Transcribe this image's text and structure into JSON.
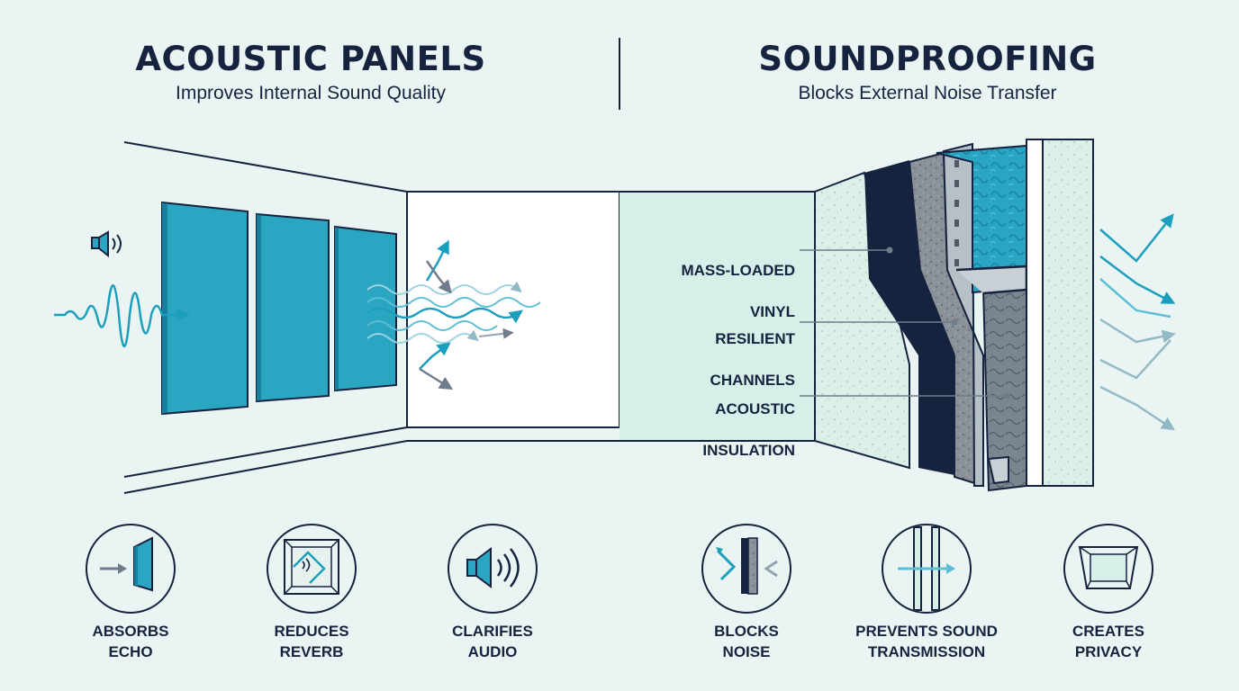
{
  "left_panel": {
    "title": "ACOUSTIC PANELS",
    "subtitle": "Improves Internal Sound Quality"
  },
  "right_panel": {
    "title": "SOUNDPROOFING",
    "subtitle": "Blocks External Noise Transfer"
  },
  "callouts": [
    {
      "line1": "MASS-LOADED",
      "line2": "VINYL"
    },
    {
      "line1": "RESILIENT",
      "line2": "CHANNELS"
    },
    {
      "line1": "ACOUSTIC",
      "line2": "INSULATION"
    }
  ],
  "features": [
    {
      "line1": "ABSORBS",
      "line2": "ECHO",
      "icon": "panel-absorb-icon"
    },
    {
      "line1": "REDUCES",
      "line2": "REVERB",
      "icon": "reverb-box-icon"
    },
    {
      "line1": "CLARIFIES",
      "line2": "AUDIO",
      "icon": "speaker-icon"
    },
    {
      "line1": "BLOCKS",
      "line2": "NOISE",
      "icon": "wall-block-icon"
    },
    {
      "line1": "PREVENTS SOUND",
      "line2": "TRANSMISSION",
      "icon": "wall-transmission-icon"
    },
    {
      "line1": "CREATES",
      "line2": "PRIVACY",
      "icon": "privacy-frame-icon"
    }
  ],
  "colors": {
    "navy": "#16233f",
    "teal": "#1b9fbd",
    "panel_teal": "#2aa6c3",
    "mint": "#d6efe9",
    "grey_arrow": "#7d8a99",
    "background": "#eaf5f3"
  }
}
